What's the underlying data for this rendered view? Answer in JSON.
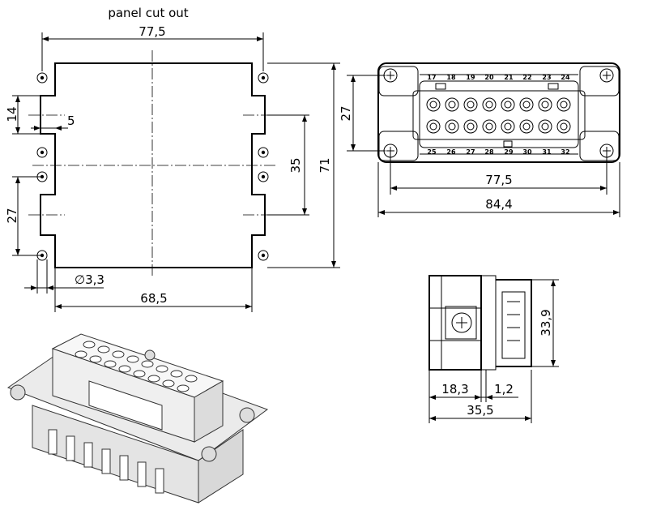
{
  "title": "panel cut out",
  "panel": {
    "dims": {
      "top_width": "77,5",
      "bottom_width": "68,5",
      "height": "71",
      "inner_height": "35",
      "slot_height": "14",
      "slot_depth": "5",
      "lower_height": "27",
      "hole": "∅3,3"
    }
  },
  "front": {
    "pins_top": [
      "17",
      "18",
      "19",
      "20",
      "21",
      "22",
      "23",
      "24"
    ],
    "pins_bottom": [
      "25",
      "26",
      "27",
      "28",
      "29",
      "30",
      "31",
      "32"
    ],
    "dims": {
      "height": "27",
      "inner_width": "77,5",
      "outer_width": "84,4"
    }
  },
  "side": {
    "dims": {
      "height": "33,9",
      "left_width": "18,3",
      "gap": "1,2",
      "total_width": "35,5"
    }
  }
}
